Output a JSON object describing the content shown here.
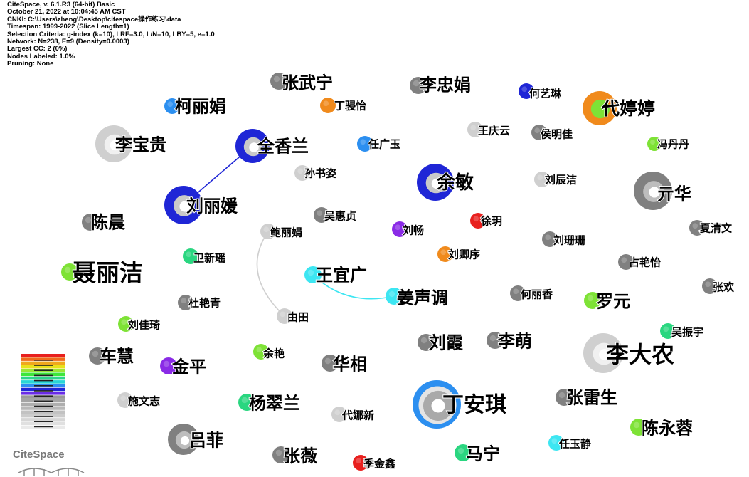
{
  "info_lines": [
    "CiteSpace, v. 6.1.R3 (64-bit) Basic",
    "October 21, 2022 at 10:04:45 AM CST",
    "CNKI: C:\\Users\\zheng\\Desktop\\citespace操作练习\\data",
    "Timespan: 1999-2022 (Slice Length=1)",
    "Selection Criteria: g-index (k=10), LRF=3.0, L/N=10, LBY=5, e=1.0",
    "Network: N=238, E=9 (Density=0.0003)",
    "Largest CC: 2 (0%)",
    "Nodes Labeled: 1.0%",
    "Pruning: None"
  ],
  "logo_text": "CiteSpace",
  "colors": {
    "blue": "#1f26d6",
    "lightblue": "#2c8ff0",
    "orange": "#f08a1c",
    "green": "#7ee236",
    "teal": "#2ad680",
    "cyan": "#3de6f2",
    "purple": "#8a2be6",
    "red": "#e8201e",
    "gray": "#808080",
    "lightgray": "#cfcfcf"
  },
  "nodes": [
    {
      "label": "张武宁",
      "color": "gray"
    },
    {
      "label": "李忠娟",
      "color": "gray"
    },
    {
      "label": "柯丽娟",
      "color": "lightblue"
    },
    {
      "label": "丁骎怡",
      "color": "orange"
    },
    {
      "label": "何艺琳",
      "color": "blue"
    },
    {
      "label": "代婷婷",
      "color": "orange"
    },
    {
      "label": "李宝贵",
      "color": "lightgray"
    },
    {
      "label": "全香兰",
      "color": "blue"
    },
    {
      "label": "任广玉",
      "color": "lightblue"
    },
    {
      "label": "王庆云",
      "color": "lightgray"
    },
    {
      "label": "侯明佳",
      "color": "gray"
    },
    {
      "label": "冯丹丹",
      "color": "green"
    },
    {
      "label": "孙书姿",
      "color": "lightgray"
    },
    {
      "label": "余敏",
      "color": "blue"
    },
    {
      "label": "刘辰洁",
      "color": "lightgray"
    },
    {
      "label": "亓华",
      "color": "gray"
    },
    {
      "label": "刘丽媛",
      "color": "blue"
    },
    {
      "label": "陈晨",
      "color": "gray"
    },
    {
      "label": "吴惠贞",
      "color": "gray"
    },
    {
      "label": "徐玥",
      "color": "red"
    },
    {
      "label": "鲍丽娟",
      "color": "lightgray"
    },
    {
      "label": "刘畅",
      "color": "purple"
    },
    {
      "label": "夏清文",
      "color": "gray"
    },
    {
      "label": "刘珊珊",
      "color": "gray"
    },
    {
      "label": "卫新瑶",
      "color": "teal"
    },
    {
      "label": "刘卿序",
      "color": "orange"
    },
    {
      "label": "占艳怡",
      "color": "gray"
    },
    {
      "label": "聂丽洁",
      "color": "green"
    },
    {
      "label": "王宜广",
      "color": "cyan"
    },
    {
      "label": "张欢",
      "color": "gray"
    },
    {
      "label": "杜艳青",
      "color": "gray"
    },
    {
      "label": "姜声调",
      "color": "cyan"
    },
    {
      "label": "何丽香",
      "color": "gray"
    },
    {
      "label": "罗元",
      "color": "green"
    },
    {
      "label": "由田",
      "color": "lightgray"
    },
    {
      "label": "刘佳琦",
      "color": "green"
    },
    {
      "label": "吴振宇",
      "color": "teal"
    },
    {
      "label": "刘霞",
      "color": "gray"
    },
    {
      "label": "李萌",
      "color": "gray"
    },
    {
      "label": "李大农",
      "color": "lightgray"
    },
    {
      "label": "车慧",
      "color": "gray"
    },
    {
      "label": "余艳",
      "color": "green"
    },
    {
      "label": "华相",
      "color": "gray"
    },
    {
      "label": "金平",
      "color": "purple"
    },
    {
      "label": "丁安琪",
      "color": "lightblue"
    },
    {
      "label": "张雷生",
      "color": "gray"
    },
    {
      "label": "施文志",
      "color": "lightgray"
    },
    {
      "label": "杨翠兰",
      "color": "teal"
    },
    {
      "label": "代娜新",
      "color": "lightgray"
    },
    {
      "label": "陈永蓉",
      "color": "green"
    },
    {
      "label": "吕菲",
      "color": "gray"
    },
    {
      "label": "张薇",
      "color": "gray"
    },
    {
      "label": "季金鑫",
      "color": "red"
    },
    {
      "label": "马宁",
      "color": "teal"
    },
    {
      "label": "任玉静",
      "color": "cyan"
    }
  ],
  "links": [
    {
      "from": "全香兰",
      "to": "刘丽媛",
      "color": "blue"
    },
    {
      "from": "王宜广",
      "to": "姜声调",
      "color": "cyan"
    },
    {
      "from": "鲍丽娟",
      "to": "由田",
      "color": "lightgray"
    }
  ]
}
